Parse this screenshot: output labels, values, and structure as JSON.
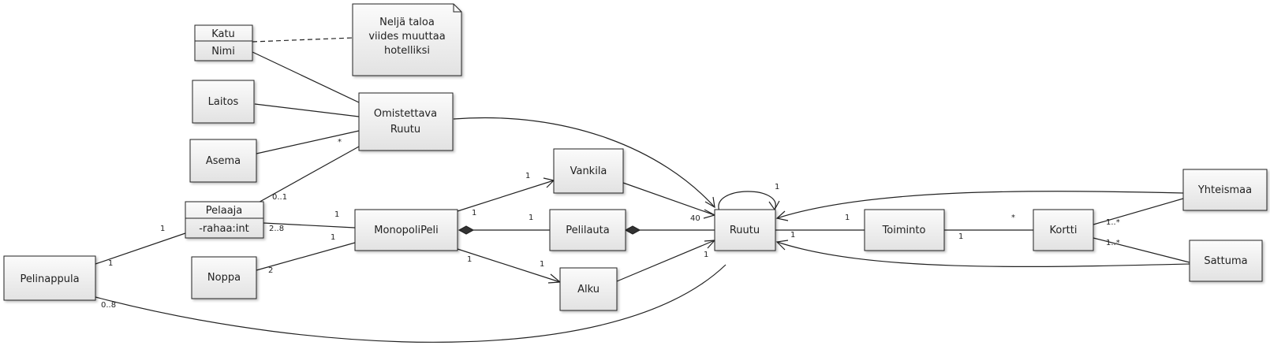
{
  "classes": {
    "katu": "Katu",
    "katu_attr": "Nimi",
    "laitos": "Laitos",
    "asema": "Asema",
    "omistettava_line1": "Omistettava",
    "omistettava_line2": "Ruutu",
    "pelaaja": "Pelaaja",
    "pelaaja_attr": "-rahaa:int",
    "pelinappula": "Pelinappula",
    "noppa": "Noppa",
    "monopolipeli": "MonopoliPeli",
    "vankila": "Vankila",
    "pelilauta": "Pelilauta",
    "alku": "Alku",
    "ruutu": "Ruutu",
    "toiminto": "Toiminto",
    "kortti": "Kortti",
    "yhteismaa": "Yhteismaa",
    "sattuma": "Sattuma"
  },
  "note": {
    "line1": "Neljä taloa",
    "line2": "viides muuttaa",
    "line3": "hotelliksi"
  },
  "multiplicities": {
    "omist_star": "*",
    "pelaaja_omist": "0..1",
    "pelaaja_nappula": "1",
    "nappula_pelaaja": "1",
    "nappula_ruutu": "0..8",
    "pelaaja_monopoli": "2..8",
    "monopoli_pelaaja": "1",
    "noppa_monopoli": "2",
    "monopoli_noppa": "1",
    "monopoli_vankila": "1",
    "vankila_monopoli": "1",
    "monopoli_pelilauta": "1",
    "monopoli_alku": "1",
    "alku_monopoli": "1",
    "pelilauta_ruutu": "40",
    "ruutu_self": "1",
    "ruutu_nappula": "1",
    "ruutu_toiminto": "1",
    "toiminto_ruutu": "1",
    "toiminto_kortti": "1",
    "kortti_toiminto": "*",
    "kortti_yhteismaa": "1..*",
    "kortti_sattuma": "1..*"
  },
  "colors": {
    "line": "#222222",
    "box_top": "#fbfbfb",
    "box_bottom": "#e2e2e2"
  }
}
